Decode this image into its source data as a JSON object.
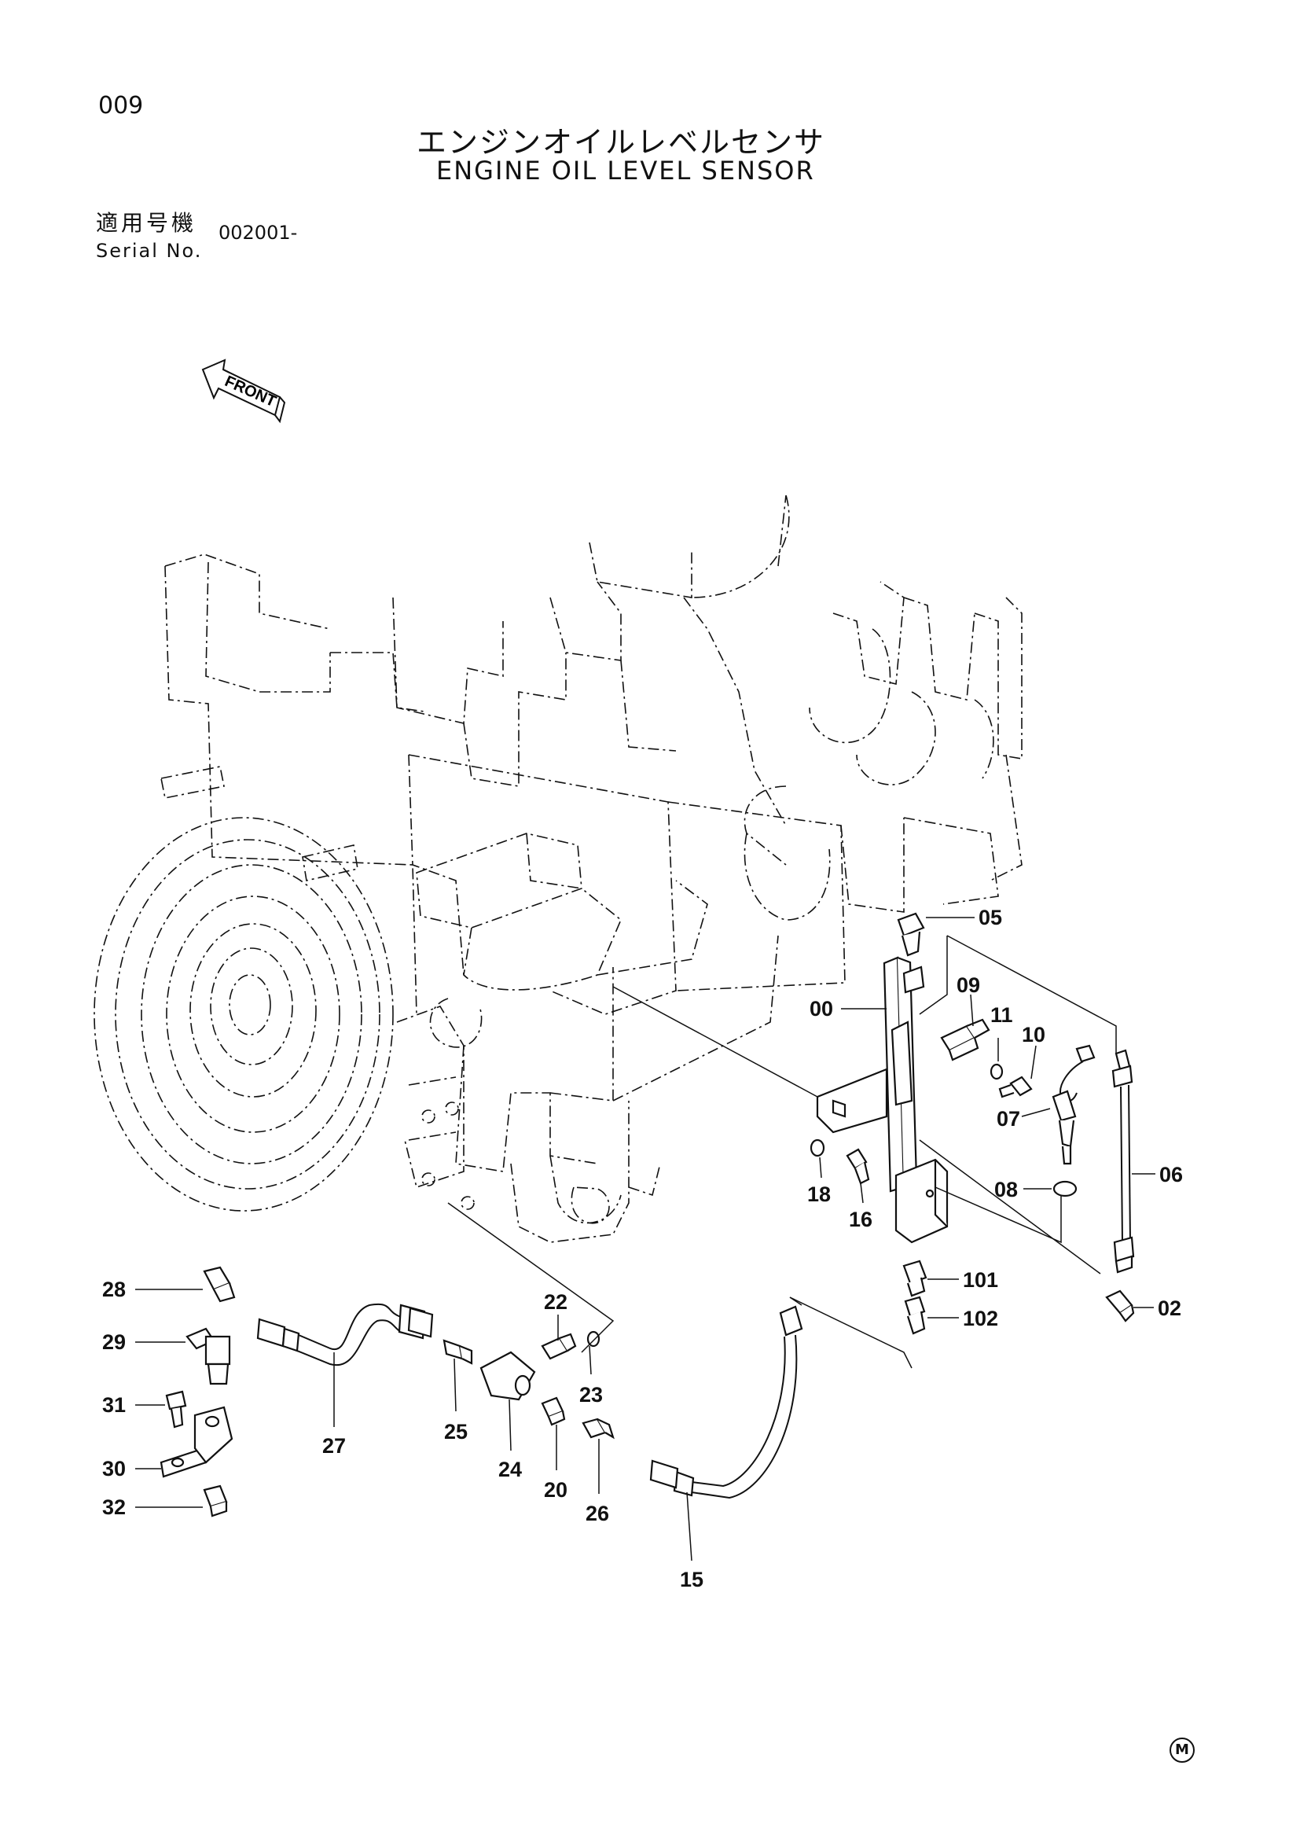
{
  "page": {
    "number": "009",
    "title_jp": "エンジンオイルレベルセンサ",
    "title_en": "ENGINE OIL LEVEL SENSOR",
    "serial_label_jp": "適用号機",
    "serial_label_en": "Serial No.",
    "serial_value": "002001-",
    "maker_mark": "M"
  },
  "diagram": {
    "direction_label": "FRONT",
    "callouts": [
      {
        "id": "00",
        "label": "00"
      },
      {
        "id": "02",
        "label": "02"
      },
      {
        "id": "05",
        "label": "05"
      },
      {
        "id": "06",
        "label": "06"
      },
      {
        "id": "07",
        "label": "07"
      },
      {
        "id": "08",
        "label": "08"
      },
      {
        "id": "09",
        "label": "09"
      },
      {
        "id": "10",
        "label": "10"
      },
      {
        "id": "11",
        "label": "11"
      },
      {
        "id": "15",
        "label": "15"
      },
      {
        "id": "16",
        "label": "16"
      },
      {
        "id": "18",
        "label": "18"
      },
      {
        "id": "20",
        "label": "20"
      },
      {
        "id": "22",
        "label": "22"
      },
      {
        "id": "23",
        "label": "23"
      },
      {
        "id": "24",
        "label": "24"
      },
      {
        "id": "25",
        "label": "25"
      },
      {
        "id": "26",
        "label": "26"
      },
      {
        "id": "27",
        "label": "27"
      },
      {
        "id": "28",
        "label": "28"
      },
      {
        "id": "29",
        "label": "29"
      },
      {
        "id": "30",
        "label": "30"
      },
      {
        "id": "31",
        "label": "31"
      },
      {
        "id": "32",
        "label": "32"
      },
      {
        "id": "101",
        "label": "101"
      },
      {
        "id": "102",
        "label": "102"
      }
    ]
  }
}
